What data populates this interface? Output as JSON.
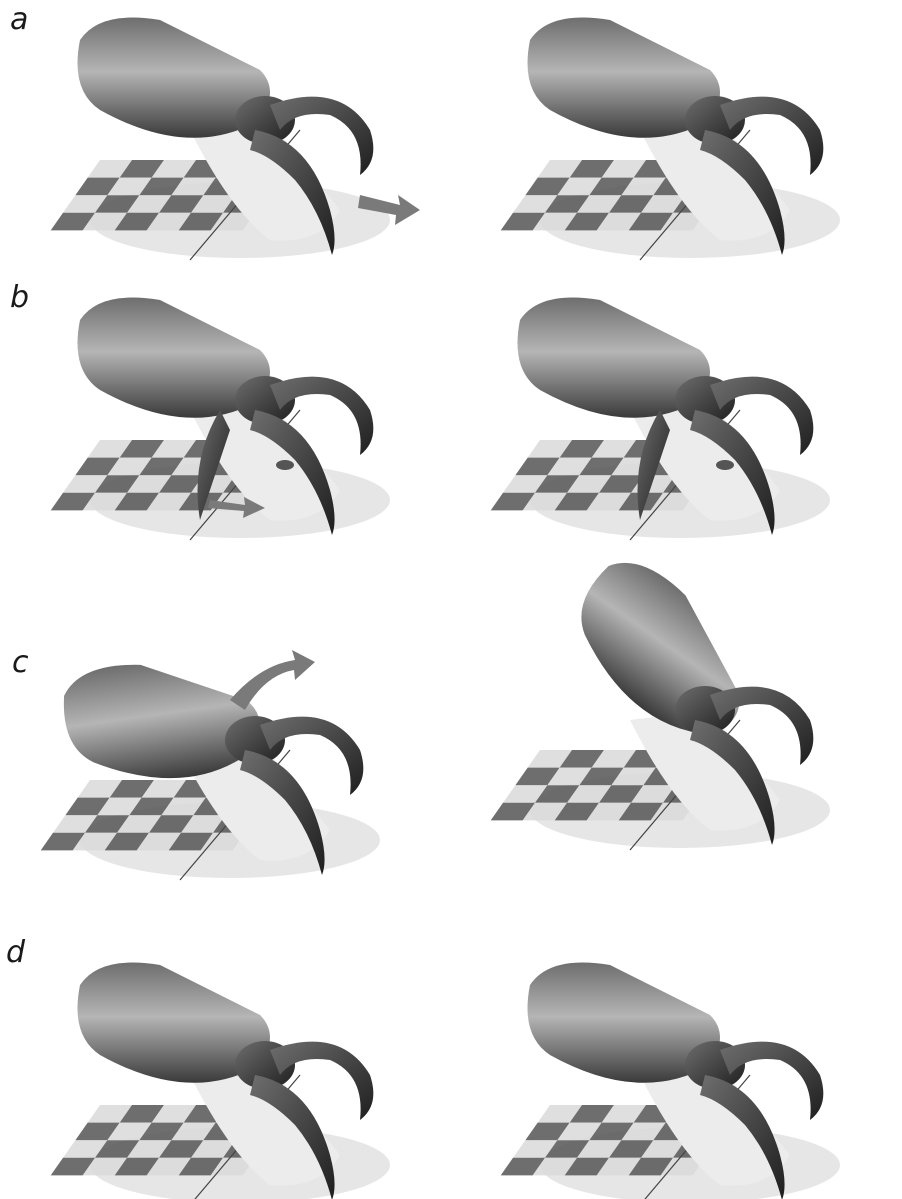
{
  "rows": [
    {
      "label": "a",
      "variant": "a"
    },
    {
      "label": "b",
      "variant": "b"
    },
    {
      "label": "c",
      "variant": "c"
    },
    {
      "label": "d",
      "variant": "d"
    }
  ],
  "colors": {
    "body_dark": "#3a3a3a",
    "body_mid": "#6e6e6e",
    "body_light": "#b5b5b5",
    "checker_dark": "#555555",
    "checker_light": "#d9d9d9",
    "arrow": "#7a7a7a",
    "shadow": "#e6e6e6"
  }
}
